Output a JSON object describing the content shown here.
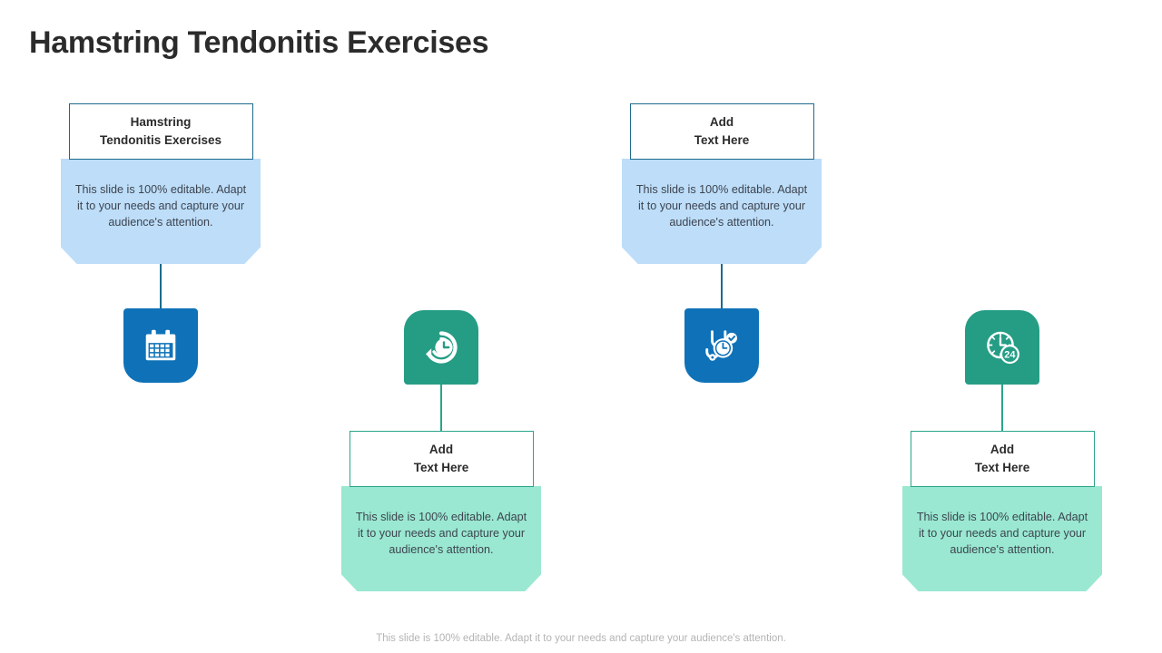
{
  "slide": {
    "title": "Hamstring Tendonitis Exercises",
    "footer_note": "This slide is 100% editable. Adapt it to your needs and capture your audience's attention.",
    "colors": {
      "blue_accent": "#0f72b8",
      "teal_accent": "#259d85",
      "blue_panel": "#bdddf8",
      "green_panel": "#9ae8d1",
      "blue_border": "#1c6b8c",
      "teal_border": "#2aa58a",
      "title_text": "#2b2b2b",
      "body_text": "#3d4450",
      "footer_text": "#b4b4b4"
    }
  },
  "items": [
    {
      "position": "top",
      "heading": "Hamstring\nTendonitis Exercises",
      "body": "This slide is 100% editable. Adapt it to your needs and capture your audience's attention.",
      "theme": "blue",
      "icon_name": "calendar-icon"
    },
    {
      "position": "bottom",
      "heading": "Add\nText Here",
      "body": "This slide is 100% editable. Adapt it to your needs and capture your audience's attention.",
      "theme": "green",
      "icon_name": "clock-history-icon"
    },
    {
      "position": "top",
      "heading": "Add\nText Here",
      "body": "This slide is 100% editable. Adapt it to your needs and capture your audience's attention.",
      "theme": "blue",
      "icon_name": "stethoscope-clock-check-icon"
    },
    {
      "position": "bottom",
      "heading": "Add\nText Here",
      "body": "This slide is 100% editable. Adapt it to your needs and capture your audience's attention.",
      "theme": "green",
      "icon_name": "clock-24h-icon"
    }
  ]
}
